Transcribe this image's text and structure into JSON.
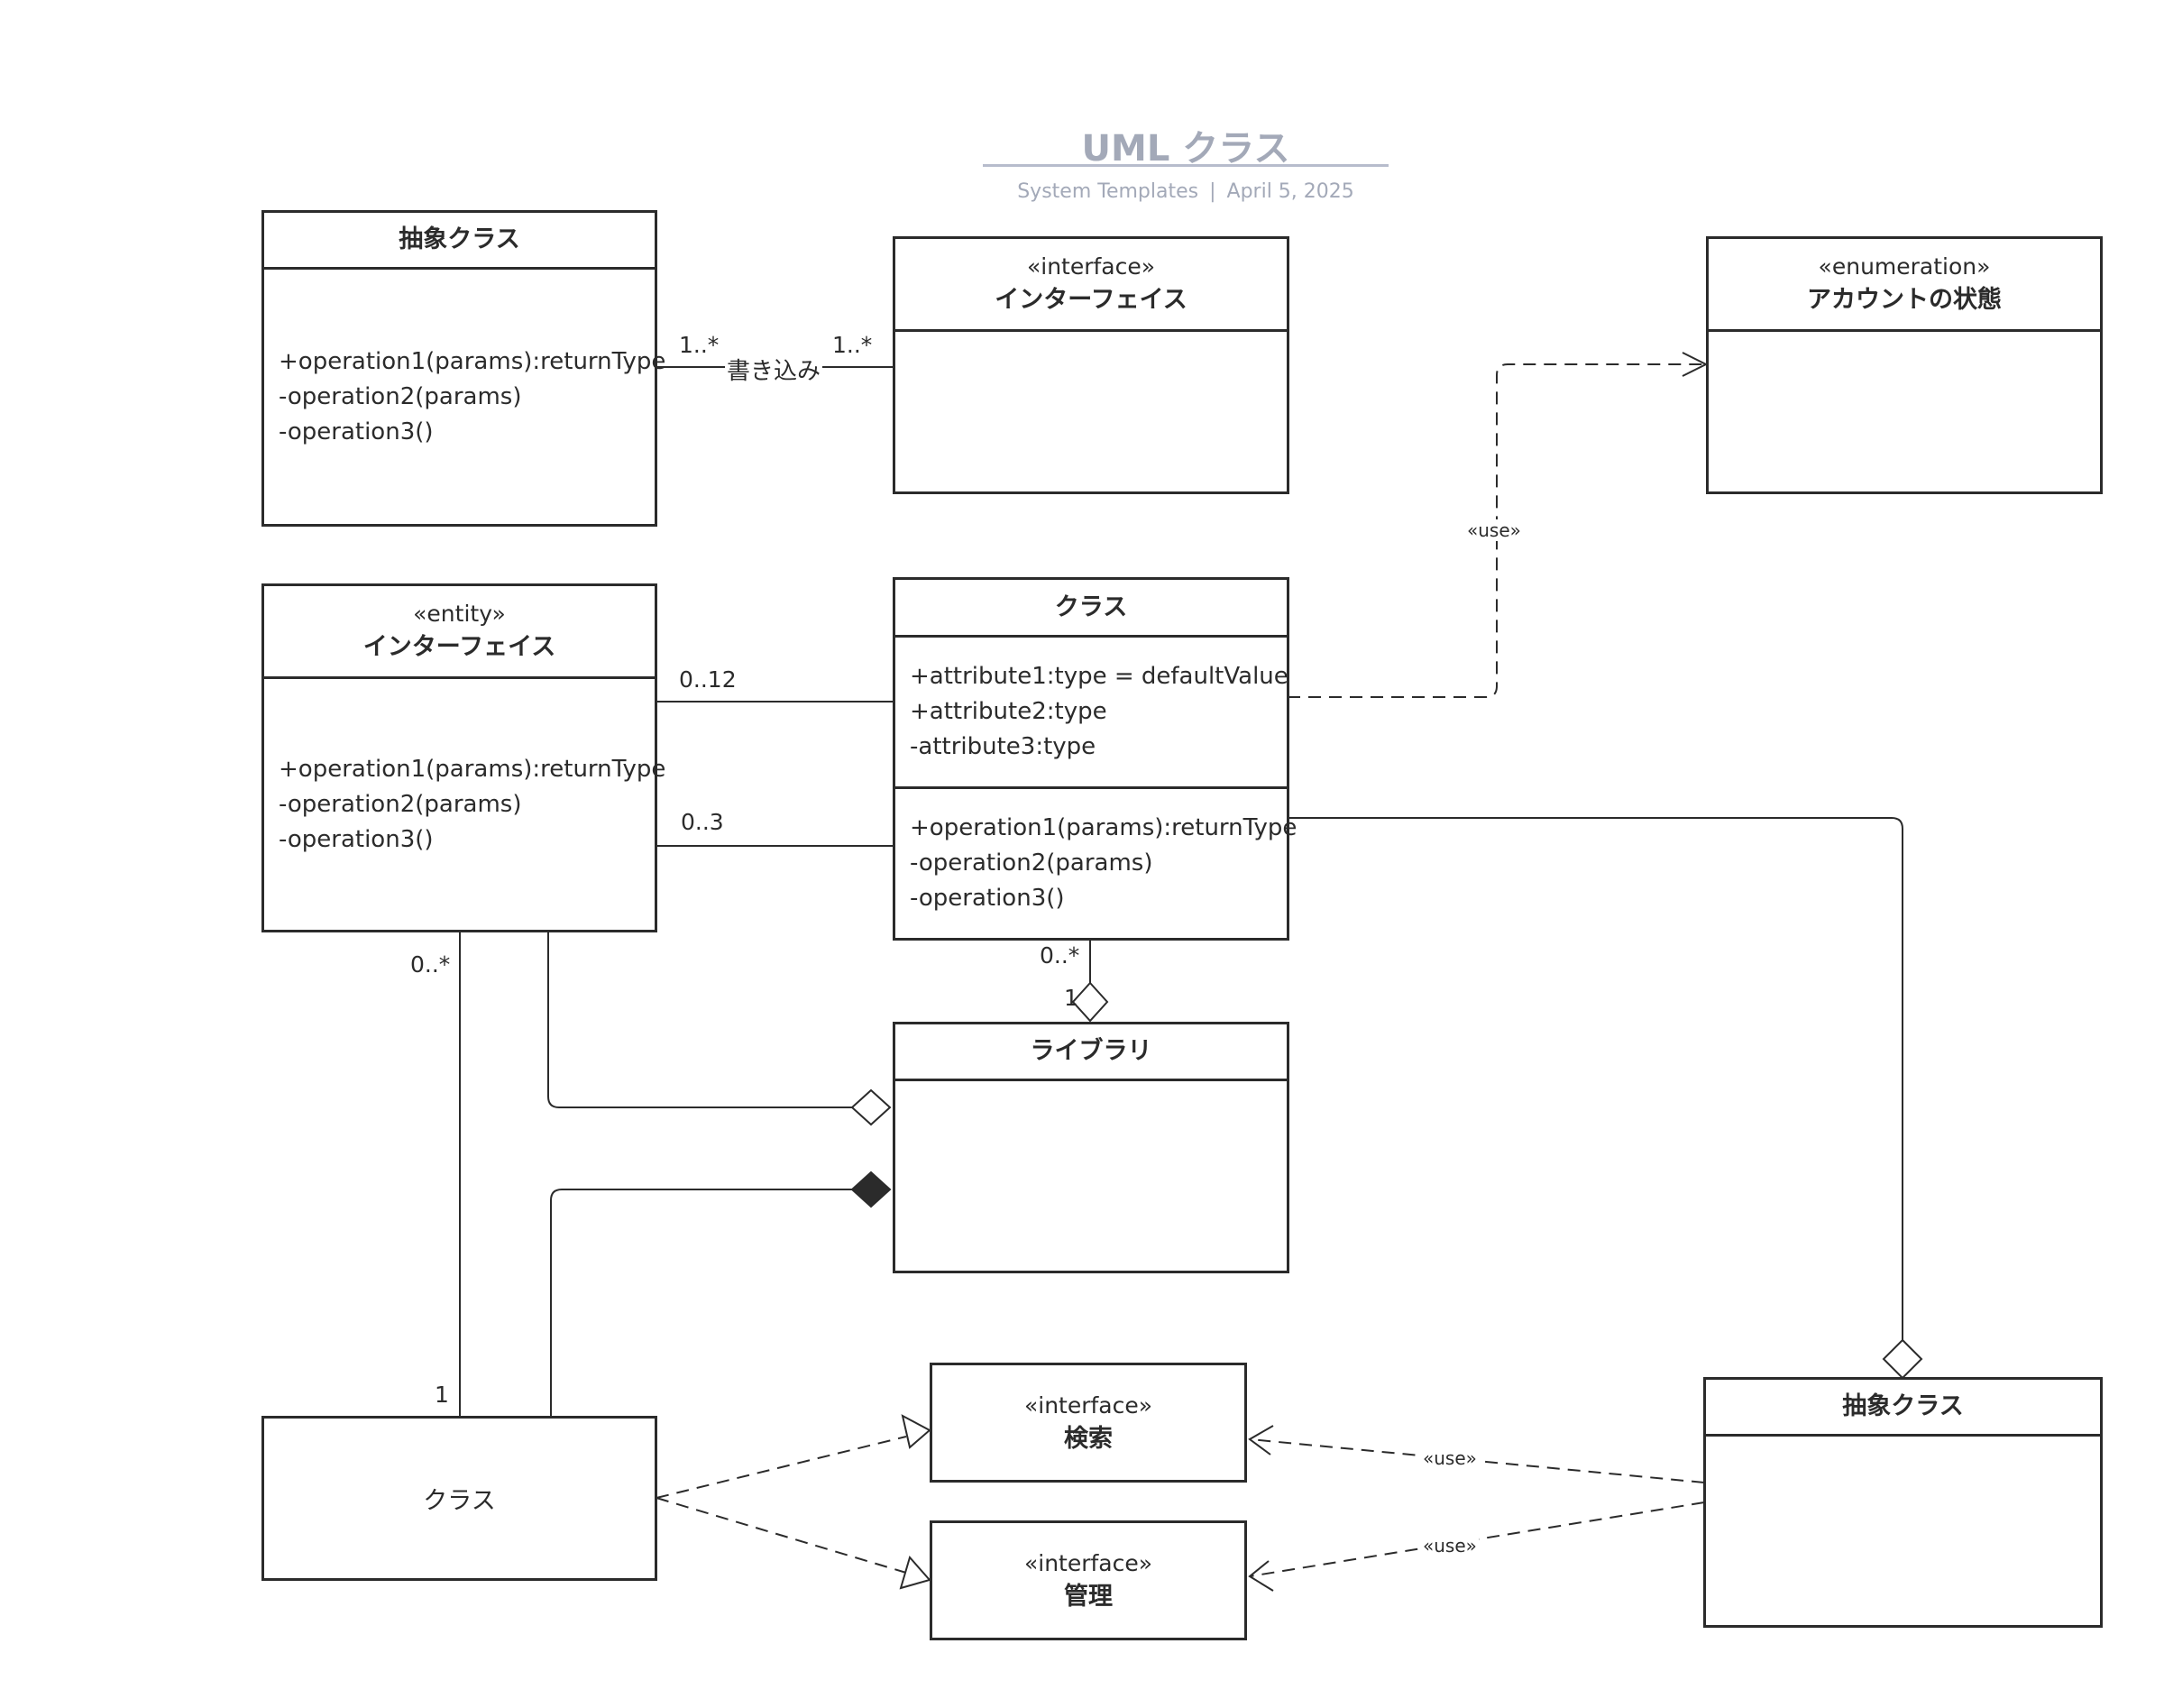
{
  "header": {
    "title": "UML クラス",
    "source": "System Templates",
    "separator": "|",
    "date": "April 5, 2025"
  },
  "classes": {
    "abstract_top": {
      "name": "抽象クラス",
      "operations": [
        "+operation1(params):returnType",
        "-operation2(params)",
        "-operation3()"
      ]
    },
    "interface_top": {
      "stereotype": "«interface»",
      "name": "インターフェイス"
    },
    "enumeration": {
      "stereotype": "«enumeration»",
      "name": "アカウントの状態"
    },
    "entity": {
      "stereotype": "«entity»",
      "name": "インターフェイス",
      "operations": [
        "+operation1(params):returnType",
        "-operation2(params)",
        "-operation3()"
      ]
    },
    "main_class": {
      "name": "クラス",
      "attributes": [
        "+attribute1:type = defaultValue",
        "+attribute2:type",
        "-attribute3:type"
      ],
      "operations": [
        "+operation1(params):returnType",
        "-operation2(params)",
        "-operation3()"
      ]
    },
    "library": {
      "name": "ライブラリ"
    },
    "plain_class": {
      "name": "クラス"
    },
    "search_interface": {
      "stereotype": "«interface»",
      "name": "検索"
    },
    "manage_interface": {
      "stereotype": "«interface»",
      "name": "管理"
    },
    "abstract_bottom": {
      "name": "抽象クラス"
    }
  },
  "relations": {
    "write_label": "書き込み",
    "write_mult_left": "1..*",
    "write_mult_right": "1..*",
    "entity_class_mult_1": "0..12",
    "entity_class_mult_2": "0..3",
    "class_library_mult_top": "0..*",
    "class_library_mult_bottom": "1",
    "entity_plain_mult_top": "0..*",
    "entity_plain_mult_bottom": "1",
    "use_enum_label": "«use»",
    "use_search_label": "«use»",
    "use_manage_label": "«use»"
  },
  "colors": {
    "stroke": "#2b2b2b",
    "title": "#a3a9b8",
    "background": "#ffffff"
  }
}
